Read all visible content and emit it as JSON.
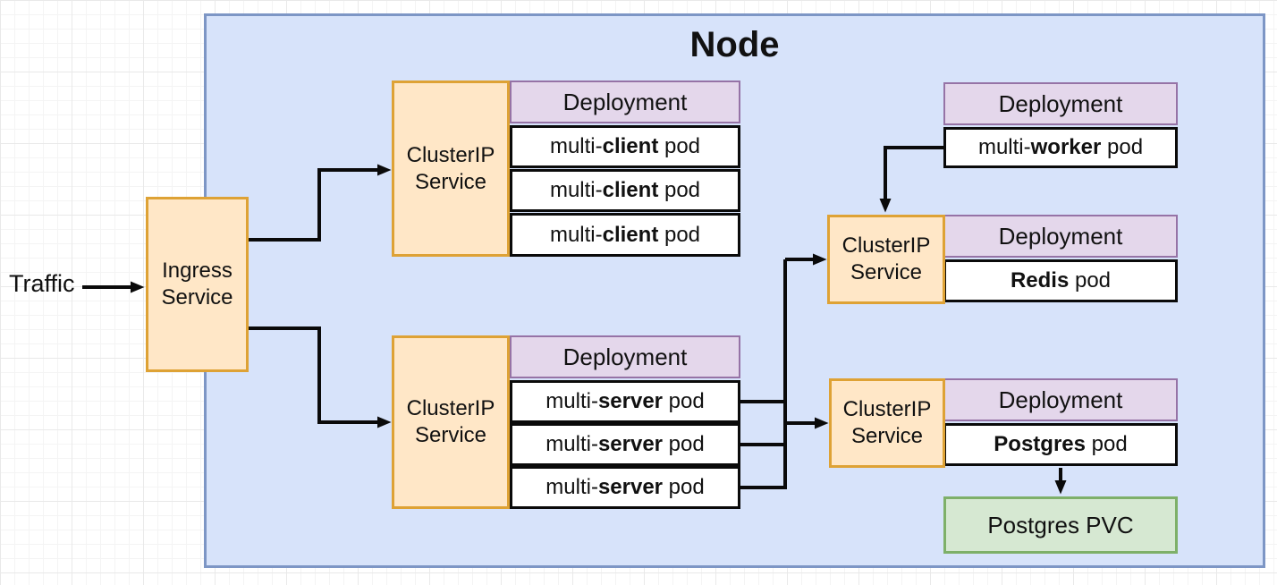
{
  "node": {
    "title": "Node"
  },
  "traffic": {
    "label": "Traffic"
  },
  "ingress_service": {
    "line1": "Ingress",
    "line2": "Service"
  },
  "client_group": {
    "clusterip": {
      "line1": "ClusterIP",
      "line2": "Service"
    },
    "deployment_label": "Deployment",
    "pods": [
      {
        "pre": "multi-",
        "bold": "client",
        "post": " pod"
      },
      {
        "pre": "multi-",
        "bold": "client",
        "post": " pod"
      },
      {
        "pre": "multi-",
        "bold": "client",
        "post": " pod"
      }
    ]
  },
  "server_group": {
    "clusterip": {
      "line1": "ClusterIP",
      "line2": "Service"
    },
    "deployment_label": "Deployment",
    "pods": [
      {
        "pre": "multi-",
        "bold": "server",
        "post": " pod"
      },
      {
        "pre": "multi-",
        "bold": "server",
        "post": " pod"
      },
      {
        "pre": "multi-",
        "bold": "server",
        "post": " pod"
      }
    ]
  },
  "worker_group": {
    "deployment_label": "Deployment",
    "pods": [
      {
        "pre": "multi-",
        "bold": "worker",
        "post": " pod"
      }
    ]
  },
  "redis_group": {
    "clusterip": {
      "line1": "ClusterIP",
      "line2": "Service"
    },
    "deployment_label": "Deployment",
    "pods": [
      {
        "pre": "",
        "bold": "Redis",
        "post": " pod"
      }
    ]
  },
  "postgres_group": {
    "clusterip": {
      "line1": "ClusterIP",
      "line2": "Service"
    },
    "deployment_label": "Deployment",
    "pods": [
      {
        "pre": "",
        "bold": "Postgres",
        "post": " pod"
      }
    ]
  },
  "pvc": {
    "label": "Postgres PVC"
  },
  "colors": {
    "node-fill": "#d7e3fa",
    "node-stroke": "#7d96c5",
    "service-fill": "#ffe7c7",
    "service-stroke": "#dea235",
    "deployment-fill": "#e4d7eb",
    "deployment-stroke": "#9673a6",
    "pod-fill": "#ffffff",
    "pod-stroke": "#0a0a0a",
    "pvc-fill": "#d6e8d2",
    "pvc-stroke": "#7eb069",
    "arrow-color": "#0a0a0a",
    "text-color": "#111111"
  }
}
